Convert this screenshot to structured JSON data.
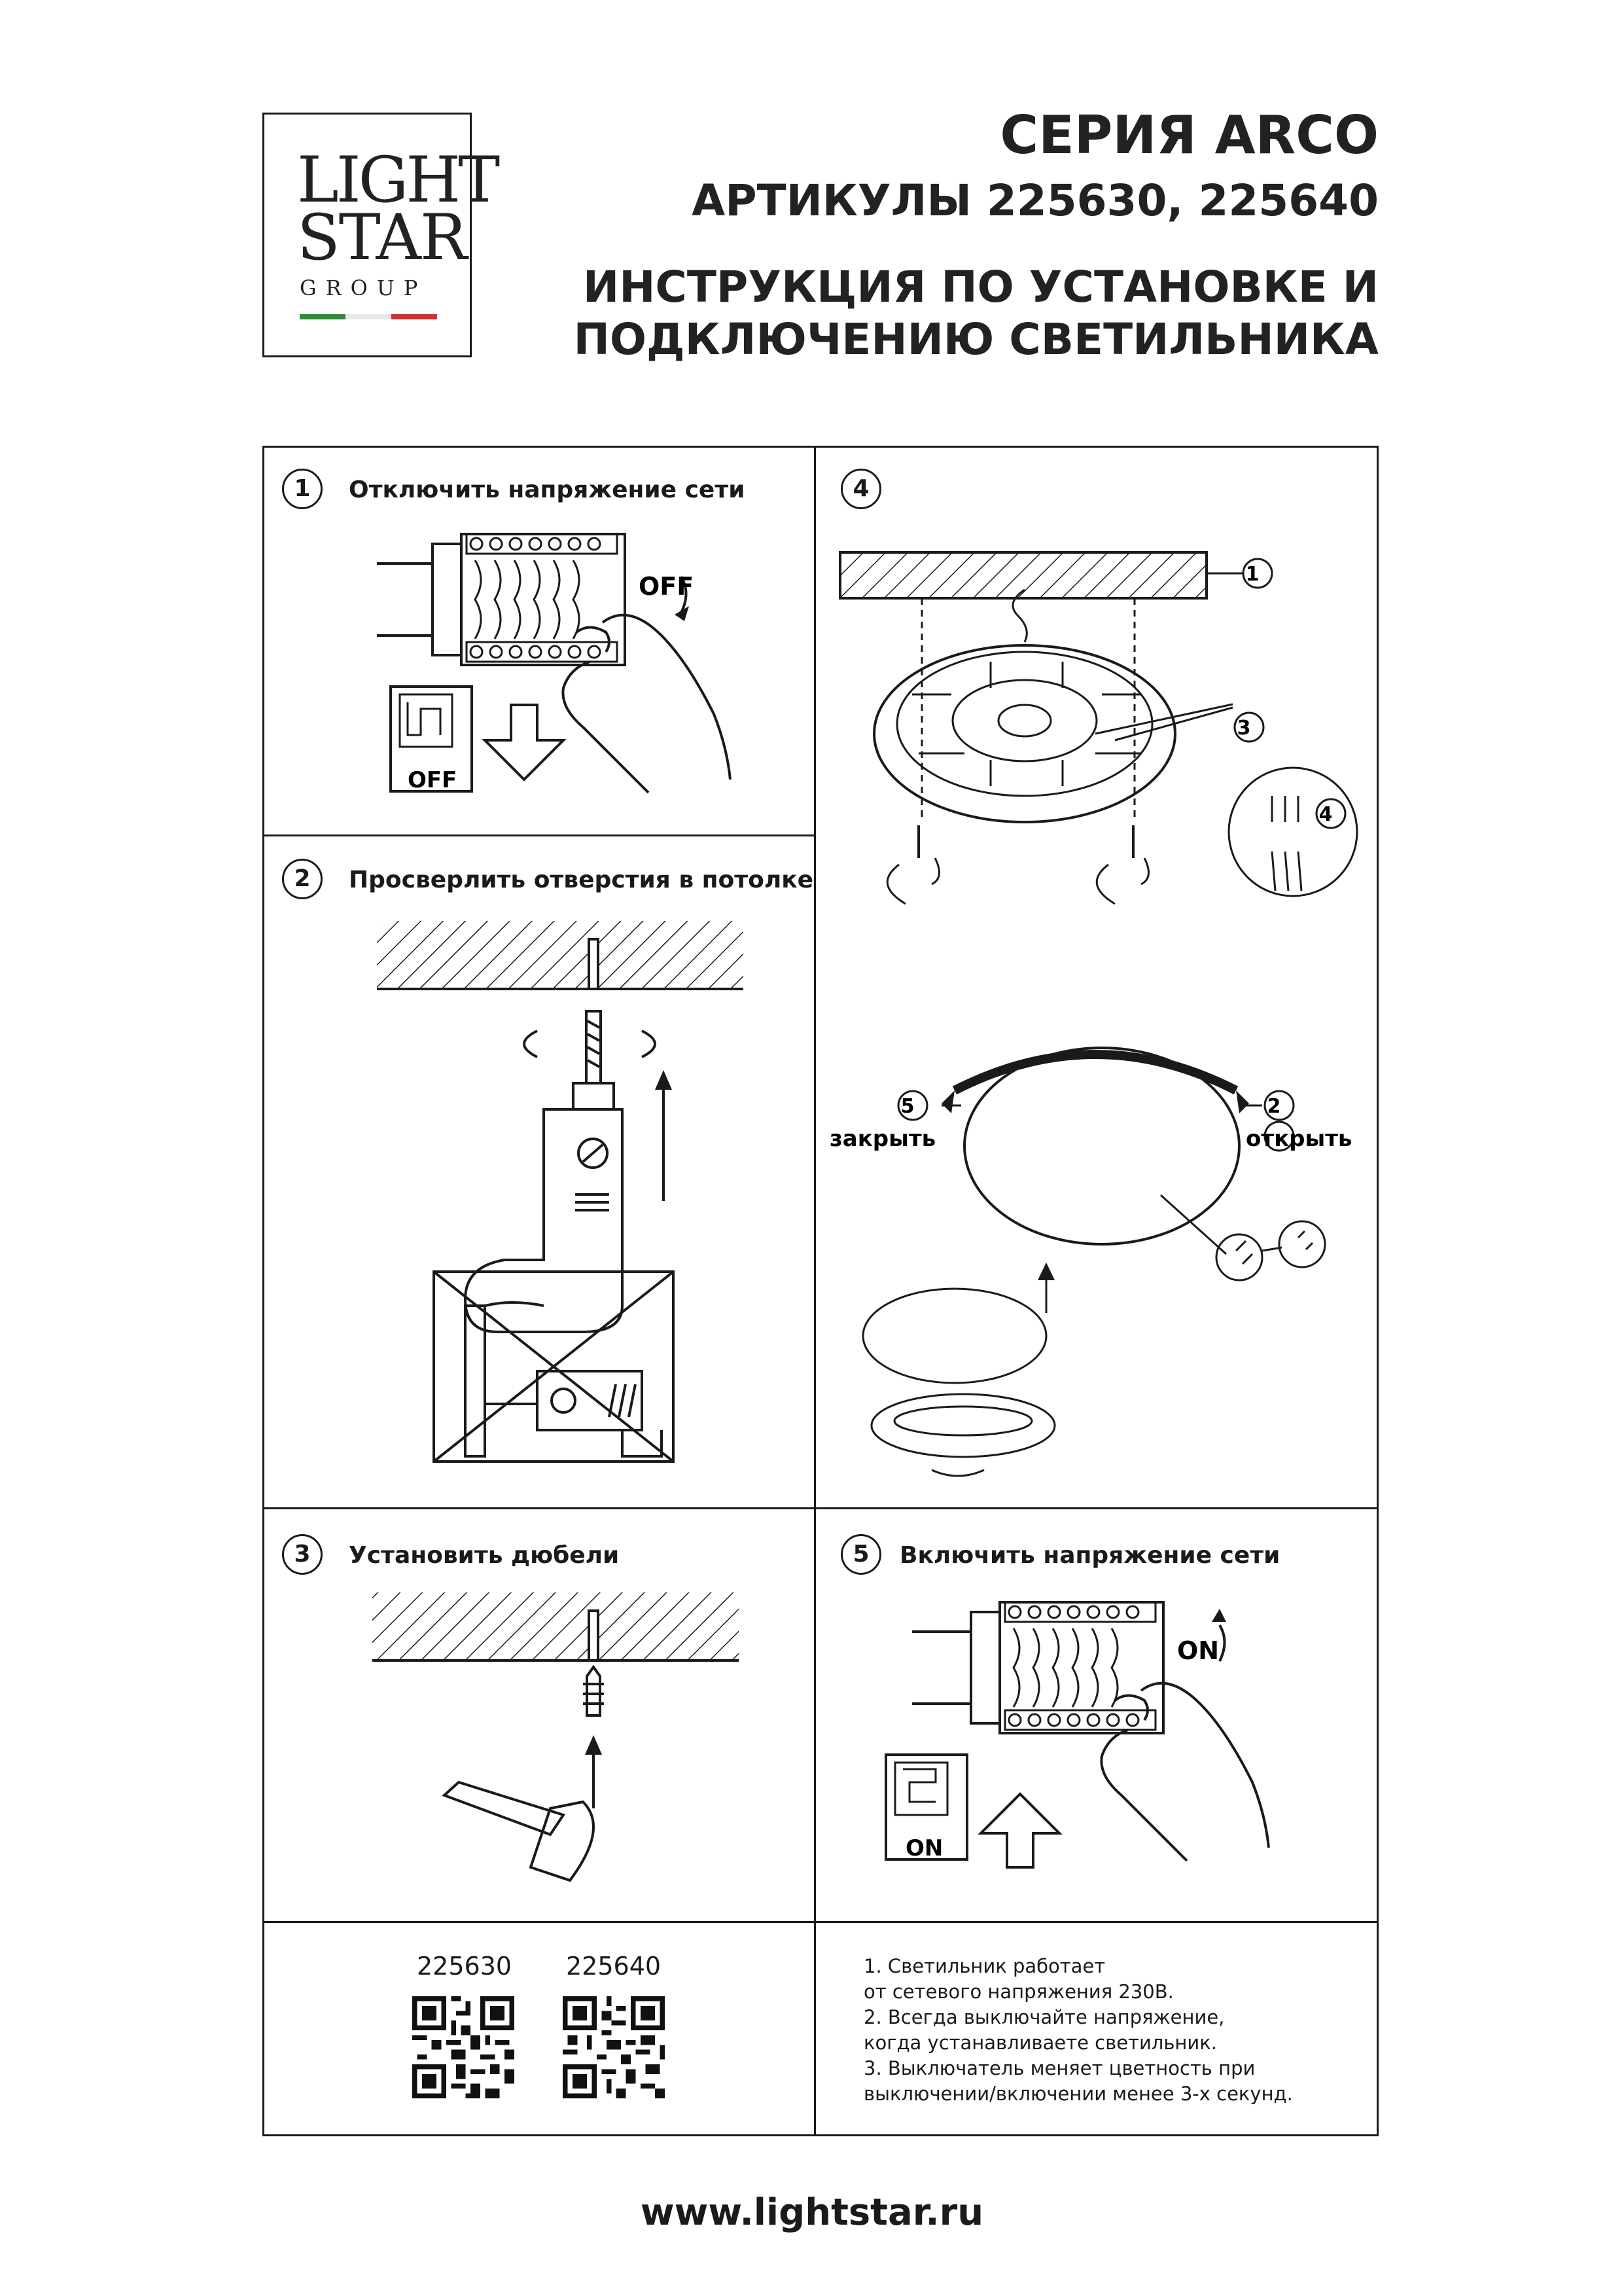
{
  "logo": {
    "line1": "LIGHT",
    "line2": "STAR",
    "line3": "GROUP",
    "flag_colors": [
      "#2e8b3a",
      "#ffffff",
      "#d32f2f"
    ]
  },
  "header": {
    "series": "СЕРИЯ ARCO",
    "articles": "АРТИКУЛЫ 225630, 225640",
    "title_line1": "ИНСТРУКЦИЯ ПО УСТАНОВКЕ И",
    "title_line2": "ПОДКЛЮЧЕНИЮ СВЕТИЛЬНИКА"
  },
  "steps": {
    "s1": {
      "num": "1",
      "label": "Отключить напряжение сети",
      "switch_text": "OFF",
      "breaker_text": "OFF"
    },
    "s2": {
      "num": "2",
      "label": "Просверлить отверстия в потолке"
    },
    "s3": {
      "num": "3",
      "label": "Установить дюбели"
    },
    "s4": {
      "num": "4",
      "callouts": [
        "1",
        "3",
        "4",
        "5",
        "2"
      ],
      "close_label": "закрыть",
      "open_label": "открыть"
    },
    "s5": {
      "num": "5",
      "label": "Включить напряжение сети",
      "switch_text": "ON",
      "breaker_text": "ON"
    }
  },
  "qr": {
    "left_label": "225630",
    "right_label": "225640"
  },
  "notes": [
    "1. Светильник работает",
    "от сетевого напряжения 230В.",
    "2. Всегда выключайте напряжение,",
    "когда устанавливаете светильник.",
    "3. Выключатель меняет цветность при",
    "выключении/включении менее 3-х секунд."
  ],
  "footer": {
    "website": "www.lightstar.ru"
  }
}
